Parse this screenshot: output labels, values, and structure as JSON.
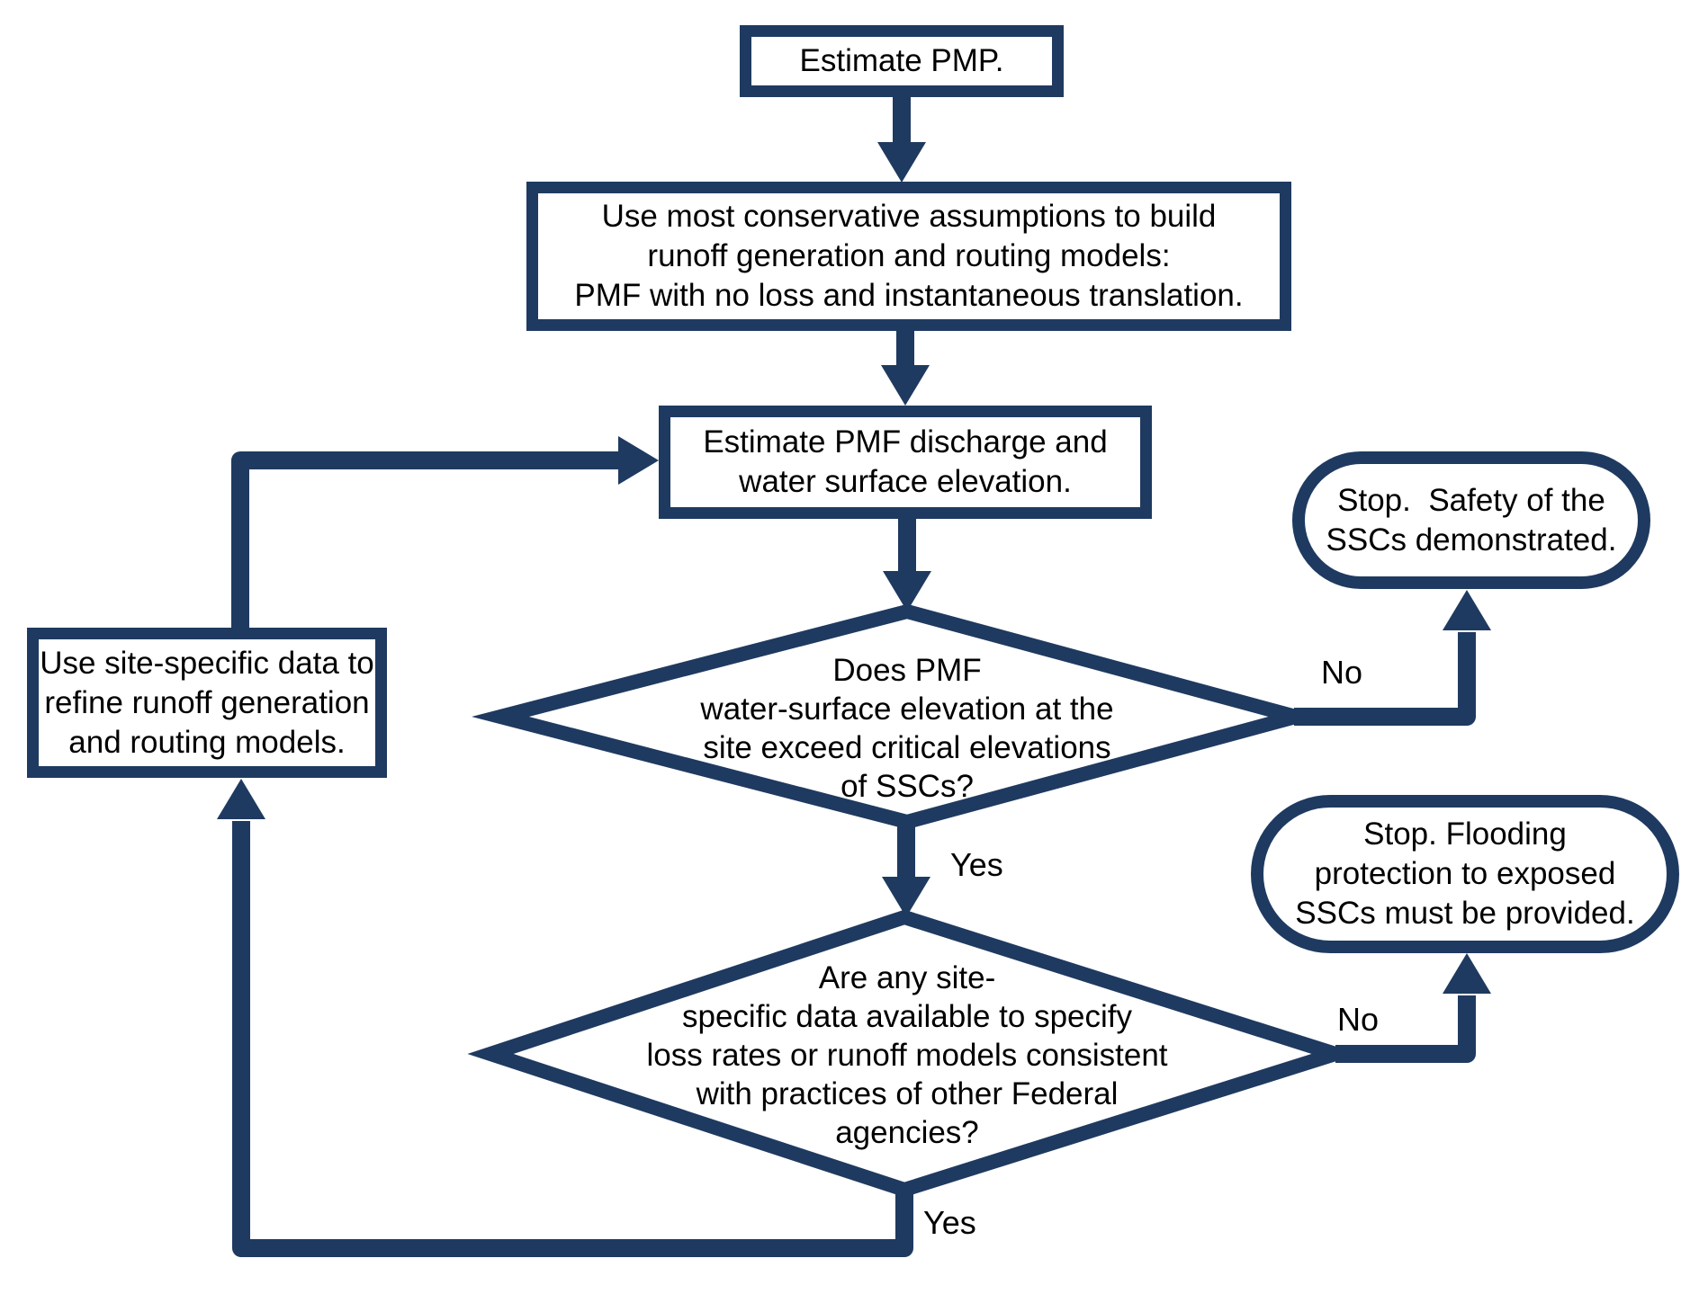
{
  "colors": {
    "line": "#1f3a60",
    "text": "#000000",
    "background": "#ffffff"
  },
  "nodes": {
    "estimate_pmp": {
      "text": "Estimate PMP."
    },
    "build_models": {
      "text": "Use most conservative assumptions to build\nrunoff generation and routing models:\nPMF with no loss and instantaneous translation."
    },
    "estimate_discharge": {
      "text": "Estimate PMF discharge and\nwater surface elevation."
    },
    "decision_exceed": {
      "text": "Does PMF\nwater-surface elevation at the\nsite exceed critical elevations\nof SSCs?"
    },
    "stop_safety": {
      "text": "Stop.  Safety of the\nSSCs demonstrated."
    },
    "decision_site_data": {
      "text": "Are any site-\nspecific data available to specify\nloss rates or runoff models consistent\nwith practices of other Federal\nagencies?"
    },
    "stop_flooding": {
      "text": "Stop. Flooding\nprotection to exposed\nSSCs must be provided."
    },
    "refine_models": {
      "text": "Use site-specific data to\nrefine runoff generation\nand routing models."
    }
  },
  "edges": {
    "exceed_yes": "Yes",
    "exceed_no": "No",
    "site_data_yes": "Yes",
    "site_data_no": "No"
  }
}
